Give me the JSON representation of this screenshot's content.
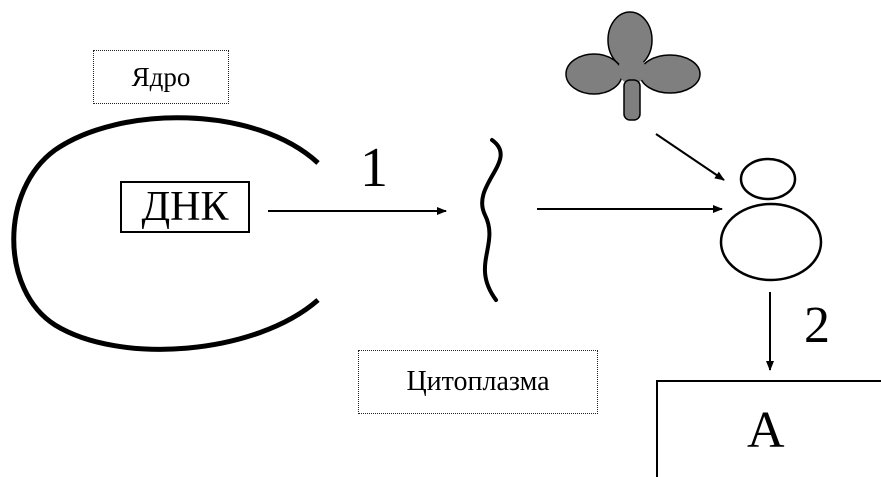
{
  "labels": {
    "nucleus": "Ядро",
    "dna": "ДНК",
    "step1": "1",
    "step2": "2",
    "cytoplasm": "Цитоплазма",
    "result": "А"
  },
  "colors": {
    "ink": "#000000",
    "trna_fill": "#7f7f7f"
  }
}
